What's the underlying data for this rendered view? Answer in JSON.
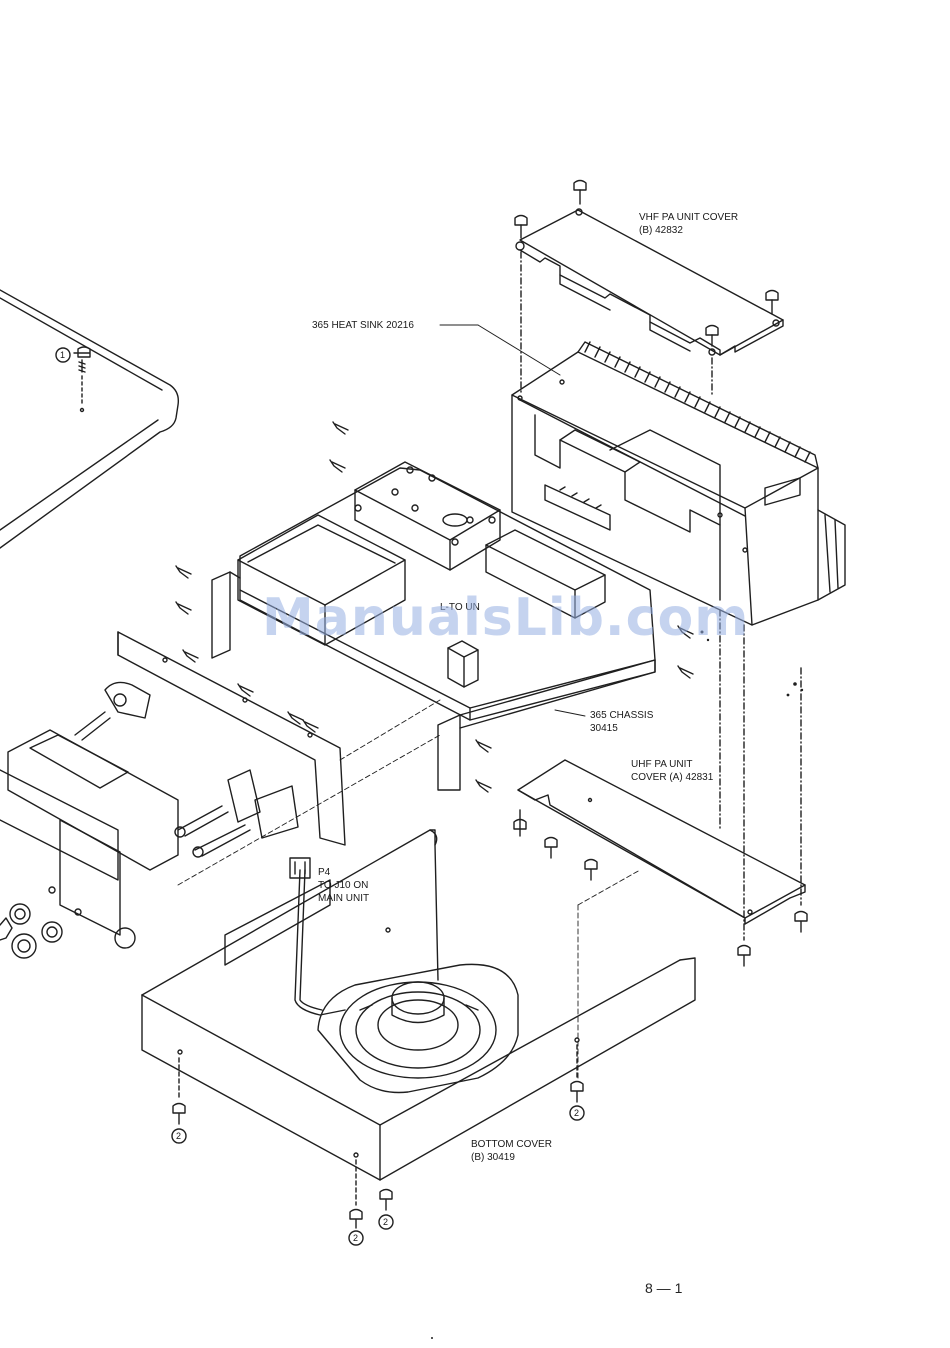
{
  "labels": {
    "vhf_cover_line1": "VHF PA UNIT COVER",
    "vhf_cover_line2": "(B) 42832",
    "heat_sink": "365 HEAT SINK 20216",
    "chassis_line1": "365 CHASSIS",
    "chassis_line2": "30415",
    "uhf_cover_line1": "UHF PA UNIT",
    "uhf_cover_line2": "COVER (A) 42831",
    "p4_line1": "P4",
    "p4_line2": "TO J10 ON",
    "p4_line3": "MAIN UNIT",
    "bottom_cover_line1": "BOTTOM COVER",
    "bottom_cover_line2": "(B) 30419",
    "partial_unit": "L-TO UN"
  },
  "callouts": {
    "screw_1": "1",
    "screw_2": "2"
  },
  "watermark": "ManualsLib.com",
  "page_number": "8 — 1",
  "colors": {
    "line": "#1f1f1f",
    "watermark": "#9db2e0"
  }
}
